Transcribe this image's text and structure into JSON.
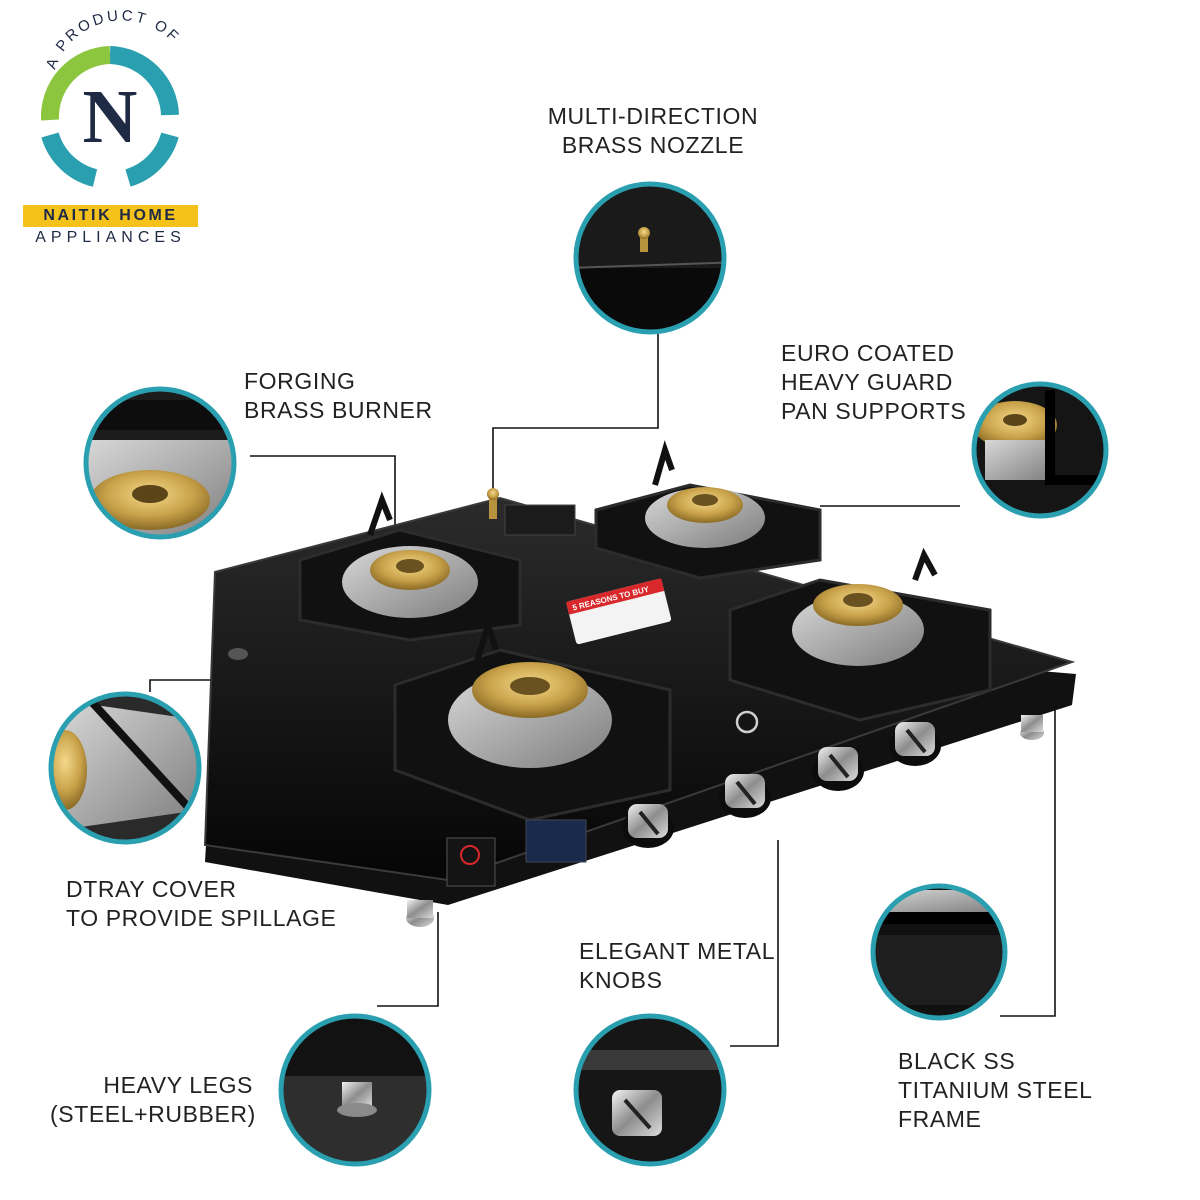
{
  "brand": {
    "arc_text": "A PRODUCT OF",
    "letter": "N",
    "name": "NAITIK HOME",
    "sub": "APPLIANCES",
    "colors": {
      "teal": "#2a9fb0",
      "green": "#8cc63f",
      "navy": "#1f2a44",
      "yellow": "#f4c21b"
    }
  },
  "features": {
    "nozzle": [
      "MULTI-DIRECTION",
      "BRASS NOZZLE"
    ],
    "burner": [
      "FORGING",
      "BRASS BURNER"
    ],
    "pan_supports": [
      "EURO COATED",
      "HEAVY GUARD",
      "PAN SUPPORTS"
    ],
    "drip_tray": [
      "DTRAY COVER",
      "TO PROVIDE SPILLAGE"
    ],
    "knobs": [
      "ELEGANT METAL",
      "KNOBS"
    ],
    "frame": [
      "BLACK SS",
      "TITANIUM STEEL",
      "FRAME"
    ],
    "legs": [
      "HEAVY LEGS",
      "(STEEL+RUBBER)"
    ]
  },
  "product": {
    "sticker_text": "5 REASONS TO BUY",
    "burner_count": 4,
    "knob_count": 4,
    "accent_ring_color": "#2a9fb0"
  }
}
